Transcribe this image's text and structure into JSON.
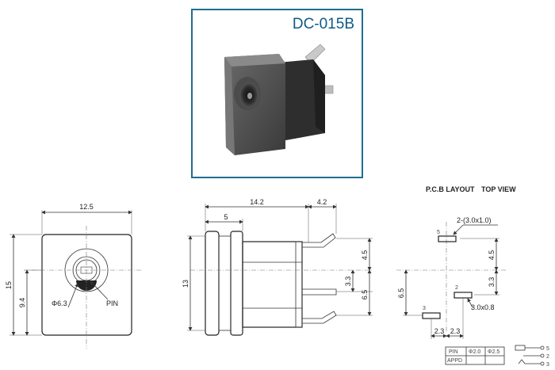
{
  "product": {
    "model": "DC-015B"
  },
  "pcb_header": {
    "layout": "P.C.B LAYOUT",
    "view": "TOP VIEW"
  },
  "front_view": {
    "width": "12.5",
    "height": "15",
    "center_height": "9.4",
    "hole_dia": "Φ6.3",
    "pin_label": "PIN"
  },
  "side_view": {
    "length": "14.2",
    "front": "5",
    "tail": "4.2",
    "height": "13",
    "pin_gap_top": "4.5",
    "pin_gap_mid": "3.3",
    "pin_gap_low": "6.5"
  },
  "pcb": {
    "slot_note": "2-(3.0x1.0)",
    "slot_note_small": "3.0x0.8",
    "pad5": "5",
    "pad2": "2",
    "pad3": "3",
    "dim_top": "4.5",
    "dim_mid": "3.3",
    "dim_left": "6.5",
    "dim_b1": "2.3",
    "dim_b2": "2.3"
  },
  "pin_table": {
    "row1": [
      "PIN",
      "Φ2.0",
      "Φ2.5"
    ],
    "row2": [
      "APPD",
      "",
      ""
    ]
  },
  "schematic": {
    "p5": "5",
    "p2": "2",
    "p3": "3"
  }
}
